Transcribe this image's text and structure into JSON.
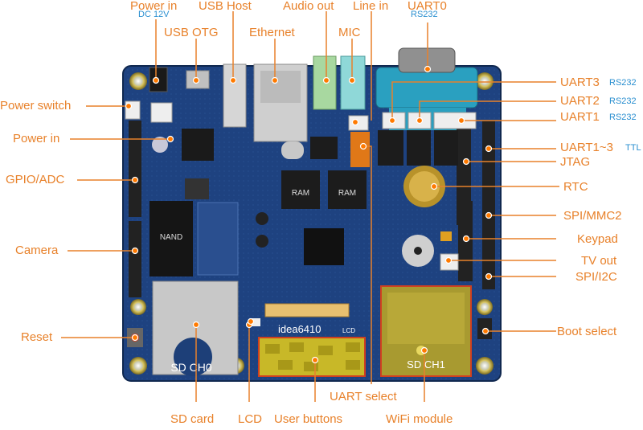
{
  "board_name": "idea6410",
  "chips": {
    "ram1": "RAM",
    "ram2": "RAM",
    "nand": "NAND",
    "sd0": "SD CH0",
    "sd1": "SD CH1",
    "lcd_mark": "LCD"
  },
  "labels": {
    "power_in_top": "Power in",
    "power_in_top_sub": "DC 12V",
    "usb_host": "USB Host",
    "audio_out": "Audio out",
    "line_in": "Line in",
    "uart0": "UART0",
    "uart0_sub": "RS232",
    "usb_otg": "USB OTG",
    "ethernet": "Ethernet",
    "mic": "MIC",
    "uart3": "UART3",
    "uart3_sub": "RS232",
    "uart2": "UART2",
    "uart2_sub": "RS232",
    "uart1": "UART1",
    "uart1_sub": "RS232",
    "uart1_3": "UART1~3",
    "uart1_3_sub": "TTL",
    "jtag": "JTAG",
    "rtc": "RTC",
    "spi_mmc2": "SPI/MMC2",
    "keypad": "Keypad",
    "tv_out": "TV out",
    "spi_i2c": "SPI/I2C",
    "boot_select": "Boot select",
    "power_switch": "Power switch",
    "power_in_left": "Power in",
    "gpio_adc": "GPIO/ADC",
    "camera": "Camera",
    "reset": "Reset",
    "sd_card": "SD card",
    "lcd": "LCD",
    "user_buttons": "User buttons",
    "wifi_module": "WiFi module",
    "uart_select": "UART select"
  },
  "colors": {
    "label": "#e8812a",
    "sublabel": "#2a8fd0",
    "pcb": "#1d3f78",
    "marker": "#ff7a00"
  }
}
